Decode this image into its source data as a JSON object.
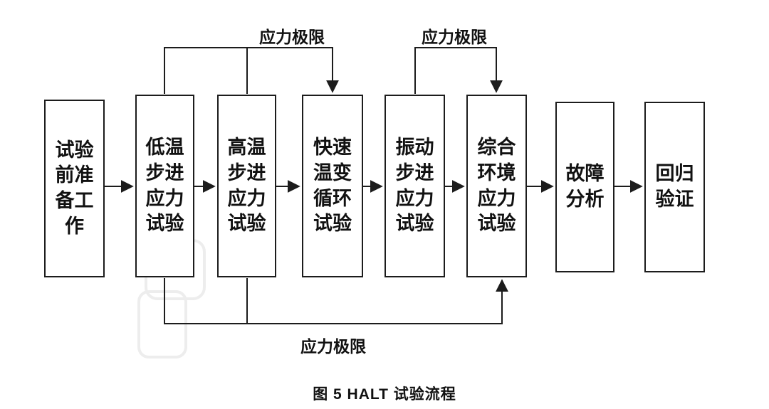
{
  "figure_caption": "图 5  HALT 试验流程",
  "flowchart": {
    "boxes": [
      {
        "label": "试验\n前准\n备工\n作"
      },
      {
        "label": "低温\n步进\n应力\n试验"
      },
      {
        "label": "高温\n步进\n应力\n试验"
      },
      {
        "label": "快速\n温变\n循环\n试验"
      },
      {
        "label": "振动\n步进\n应力\n试验"
      },
      {
        "label": "综合\n环境\n应力\n试验"
      },
      {
        "label": "故障\n分析"
      },
      {
        "label": "回归\n验证"
      }
    ],
    "annotations": {
      "top_left": "应力极限",
      "top_right": "应力极限",
      "bottom": "应力极限"
    }
  }
}
